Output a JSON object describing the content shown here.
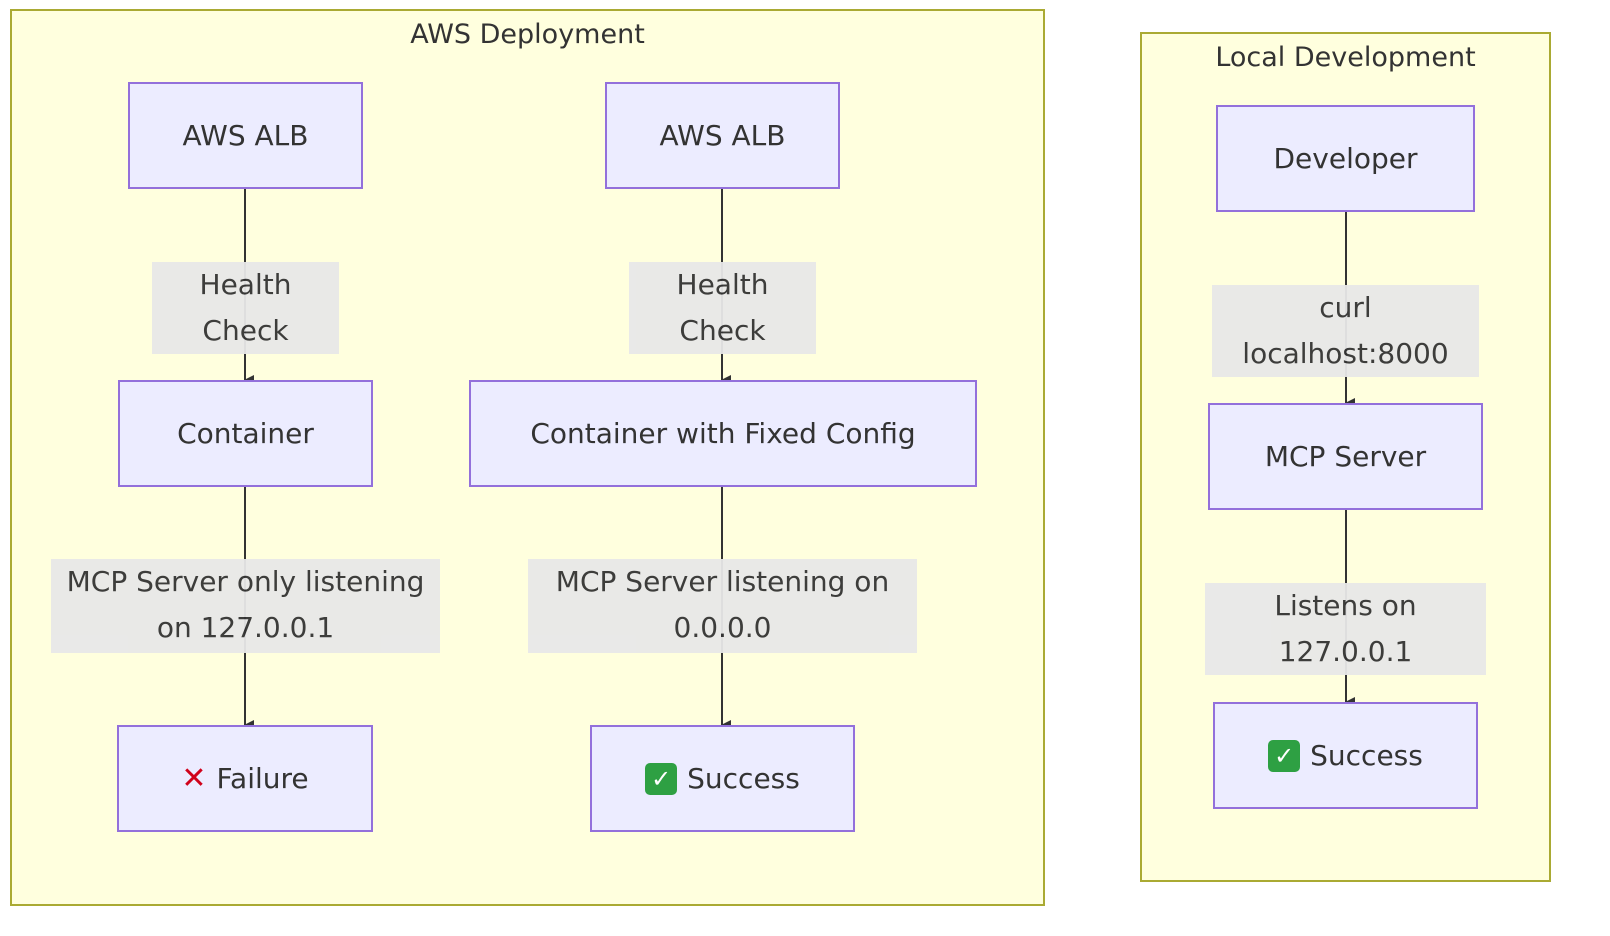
{
  "subgraphs": {
    "aws": {
      "title": "AWS Deployment"
    },
    "local": {
      "title": "Local Development"
    }
  },
  "nodes": {
    "alb_left": "AWS ALB",
    "alb_right": "AWS ALB",
    "container": "Container",
    "container_fixed": "Container with Fixed Config",
    "failure": "Failure",
    "success_aws": "Success",
    "developer": "Developer",
    "mcp_server": "MCP Server",
    "success_local": "Success"
  },
  "icons": {
    "failure": "cross-mark-icon",
    "success": "check-mark-icon"
  },
  "edges": {
    "health_left": "Health Check",
    "health_right": "Health Check",
    "listen_local_only_1": "MCP Server only listening",
    "listen_local_only_2": "on 127.0.0.1",
    "listen_all_1": "MCP Server listening on",
    "listen_all_2": "0.0.0.0",
    "curl": "curl localhost:8000",
    "listens_on": "Listens on 127.0.0.1"
  },
  "colors": {
    "subgraph_fill": "#ffffde",
    "subgraph_border": "#aaaa33",
    "node_fill": "#ececff",
    "node_border": "#9370db",
    "edge": "#333333",
    "label_bg": "#e8e8e8"
  }
}
